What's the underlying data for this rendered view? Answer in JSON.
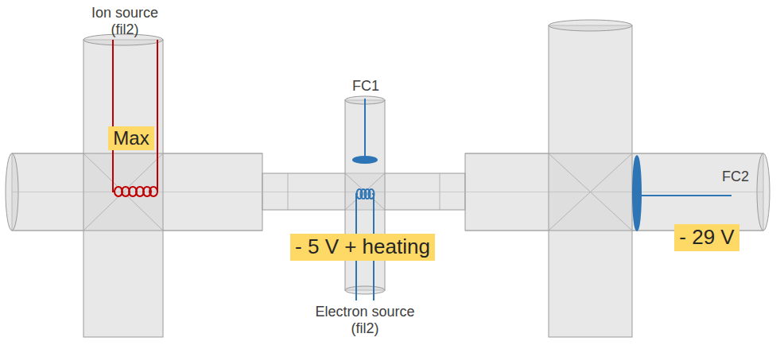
{
  "diagram": {
    "nodes": [
      {
        "text": [
          "Max"
        ]
      },
      {
        "text": [
          "- 5 V + heating"
        ]
      },
      {
        "text": [
          "- 29 V"
        ]
      }
    ],
    "labels": [
      "Ion source (fil2)",
      "FC1",
      "FC2",
      "Electron source (fil2)"
    ]
  }
}
